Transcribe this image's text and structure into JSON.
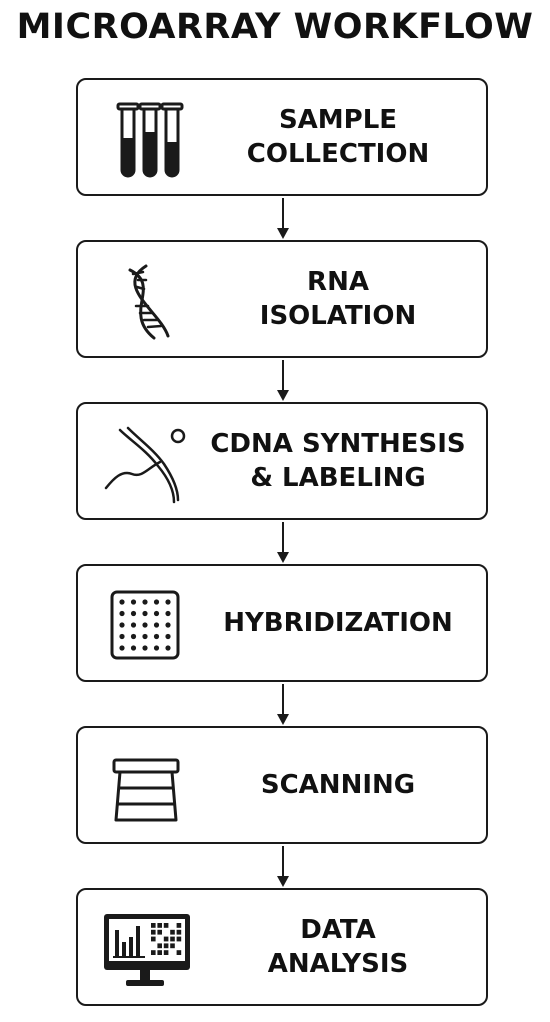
{
  "title": "MICROARRAY WORKFLOW",
  "steps": [
    {
      "line1": "SAMPLE",
      "line2": "COLLECTION",
      "icon": "test-tubes-icon"
    },
    {
      "line1": "RNA",
      "line2": "ISOLATION",
      "icon": "dna-icon"
    },
    {
      "line1": "CDNA SYNTHESIS",
      "line2": "& LABELING",
      "icon": "strand-icon"
    },
    {
      "line1": "HYBRIDIZATION",
      "line2": "",
      "icon": "microarray-grid-icon"
    },
    {
      "line1": "SCANNING",
      "line2": "",
      "icon": "scanner-icon"
    },
    {
      "line1": "DATA",
      "line2": "ANALYSIS",
      "icon": "monitor-chart-icon"
    }
  ],
  "colors": {
    "stroke": "#1a1a1a",
    "background": "#ffffff"
  }
}
